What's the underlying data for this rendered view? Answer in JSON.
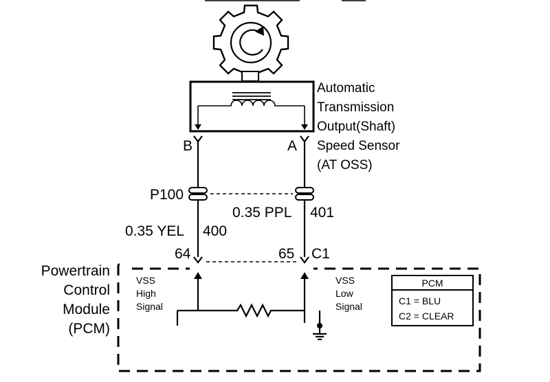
{
  "sensor": {
    "label_lines": [
      "Automatic",
      "Transmission",
      "Output(Shaft)",
      "Speed Sensor",
      "(AT OSS)"
    ],
    "pin_b": "B",
    "pin_a": "A"
  },
  "connector_p100": {
    "label": "P100"
  },
  "wires": {
    "left": {
      "gauge_color": "0.35 YEL",
      "circuit": "400"
    },
    "right": {
      "gauge_color": "0.35 PPL",
      "circuit": "401"
    }
  },
  "pcm": {
    "label_lines": [
      "Powertrain",
      "Control",
      "Module",
      "(PCM)"
    ],
    "pin_left": "64",
    "pin_right": "65",
    "connector": "C1",
    "vss_high_lines": [
      "VSS",
      "High",
      "Signal"
    ],
    "vss_low_lines": [
      "VSS",
      "Low",
      "Signal"
    ],
    "legend": {
      "title": "PCM",
      "rows": [
        "C1 = BLU",
        "C2 = CLEAR"
      ]
    }
  },
  "icons": [
    "gear-icon",
    "rotation-arrow-icon",
    "coil-icon",
    "resistor-icon",
    "ground-icon"
  ]
}
